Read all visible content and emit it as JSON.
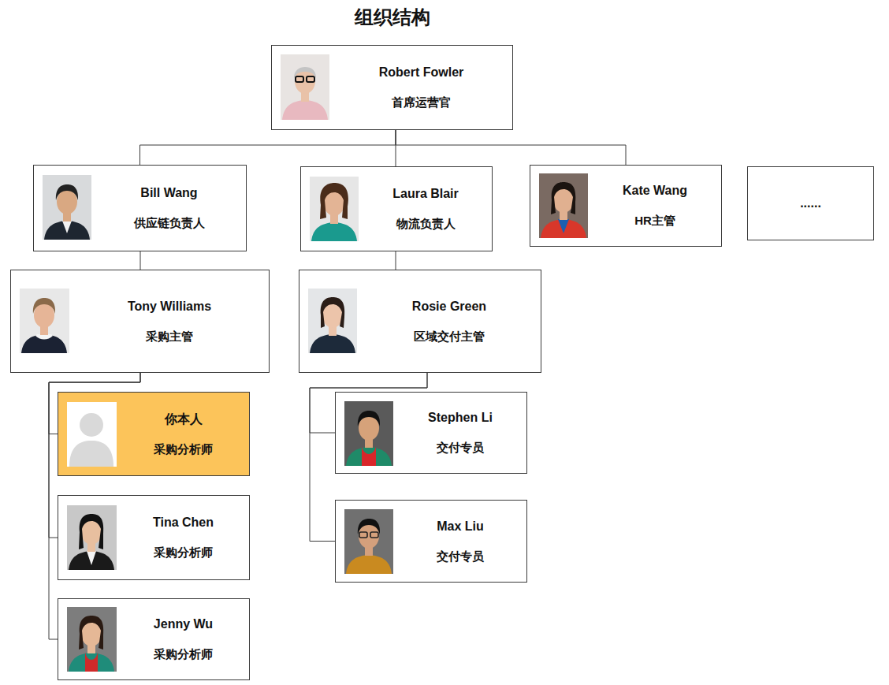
{
  "diagram": {
    "title": "组织结构",
    "nodes": [
      {
        "text": [
          "Robert Fowler",
          "首席运营官"
        ]
      },
      {
        "text": [
          "Bill Wang",
          "供应链负责人"
        ]
      },
      {
        "text": [
          "Laura Blair",
          "物流负责人"
        ]
      },
      {
        "text": [
          "Kate Wang",
          "HR主管"
        ]
      },
      {
        "text": [
          "......"
        ]
      },
      {
        "text": [
          "Tony Williams",
          "采购主管"
        ]
      },
      {
        "text": [
          "Rosie Green",
          "区域交付主管"
        ]
      },
      {
        "text": [
          "你本人",
          "采购分析师"
        ]
      },
      {
        "text": [
          "Stephen Li",
          "交付专员"
        ]
      },
      {
        "text": [
          "Tina Chen",
          "采购分析师"
        ]
      },
      {
        "text": [
          "Max Liu",
          "交付专员"
        ]
      },
      {
        "text": [
          "Jenny Wu",
          "采购分析师"
        ]
      }
    ],
    "edges": [
      {
        "from": 0,
        "to": 1,
        "arrow": "none"
      },
      {
        "from": 0,
        "to": 2,
        "arrow": "none"
      },
      {
        "from": 0,
        "to": 3,
        "arrow": "none"
      },
      {
        "from": 1,
        "to": 5,
        "arrow": "none"
      },
      {
        "from": 2,
        "to": 6,
        "arrow": "none"
      },
      {
        "from": 5,
        "to": 7,
        "arrow": "none"
      },
      {
        "from": 5,
        "to": 9,
        "arrow": "none"
      },
      {
        "from": 5,
        "to": 11,
        "arrow": "none"
      },
      {
        "from": 6,
        "to": 8,
        "arrow": "none"
      },
      {
        "from": 6,
        "to": 10,
        "arrow": "none"
      }
    ]
  }
}
